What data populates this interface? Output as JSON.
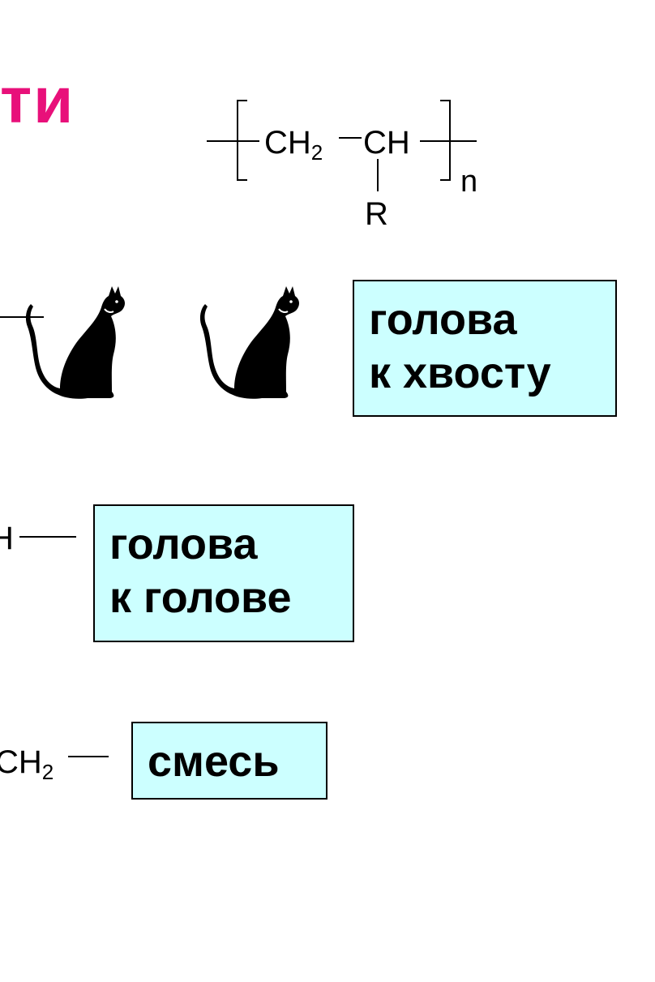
{
  "title_fragment": "ти",
  "polymer_formula": {
    "unit_ch2": "CH",
    "unit_ch2_sub": "2",
    "unit_ch": "CH",
    "substituent": "R",
    "repeat_index": "n"
  },
  "row_heads": {
    "row2_tail": "H",
    "row3_tail": "CH",
    "row3_tail_sub": "2"
  },
  "labels": {
    "head_to_tail": [
      "голова",
      "к хвосту"
    ],
    "head_to_head": [
      "голова",
      "к голове"
    ],
    "mixture": [
      "смесь"
    ]
  },
  "icons": [
    "cat-icon",
    "cat-icon"
  ],
  "colors": {
    "title": "#e8107a",
    "box_fill": "#ccffff"
  }
}
